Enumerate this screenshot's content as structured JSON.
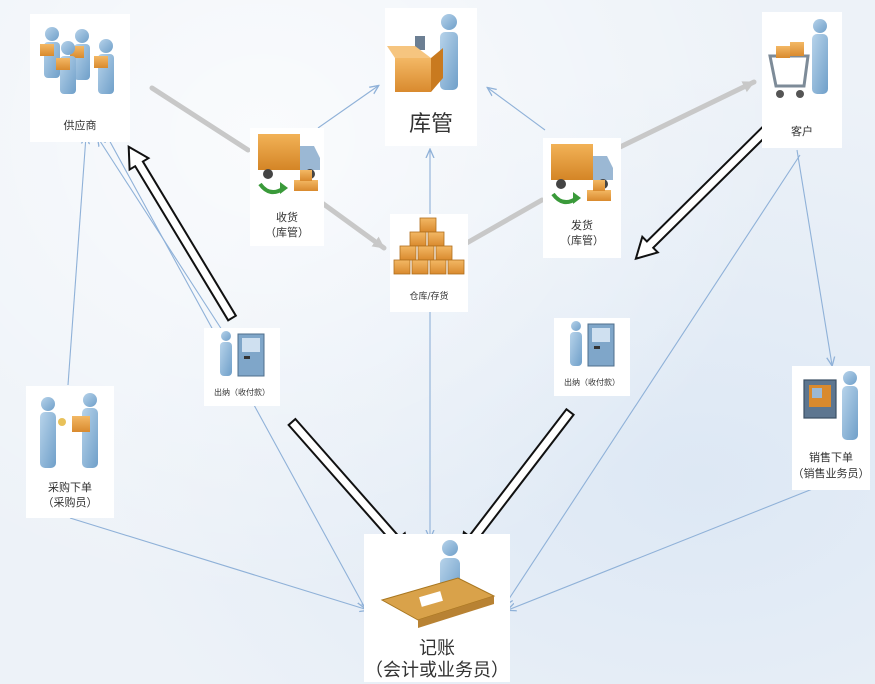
{
  "diagram": {
    "supplier": {
      "label": "供应商"
    },
    "warehouse_keeper": {
      "label": "库管"
    },
    "customer": {
      "label": "客户"
    },
    "receiving": {
      "line1": "收货",
      "line2": "（库管）"
    },
    "shipping": {
      "line1": "发货",
      "line2": "（库管）"
    },
    "inventory": {
      "label": "仓库/存货"
    },
    "cashier_left": {
      "label": "出纳（收付款）"
    },
    "cashier_right": {
      "label": "出纳（收付款）"
    },
    "purchase_order": {
      "line1": "采购下单",
      "line2": "（采购员）"
    },
    "sales_order": {
      "line1": "销售下单",
      "line2": "（销售业务员）"
    },
    "bookkeeping": {
      "line1": "记账",
      "line2": "（会计或业务员）"
    }
  },
  "colors": {
    "thin_arrow": "#8fb1d8",
    "gray_arrow": "#c4c4c4",
    "hollow_arrow_stroke": "#111111",
    "box_orange": "#e9a14a",
    "person_blue": "#8cb6d9"
  }
}
